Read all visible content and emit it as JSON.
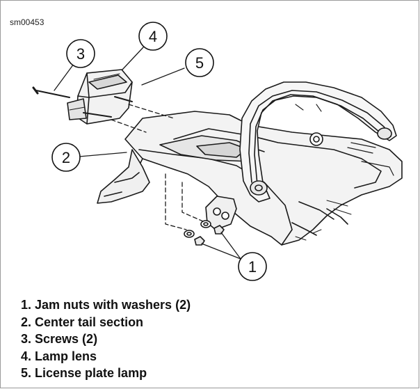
{
  "figure_id": "sm00453",
  "callouts": [
    "1",
    "2",
    "3",
    "4",
    "5"
  ],
  "legend": [
    "1. Jam nuts with washers (2)",
    "2. Center tail section",
    "3. Screws (2)",
    "4. Lamp lens",
    "5. License plate lamp"
  ]
}
